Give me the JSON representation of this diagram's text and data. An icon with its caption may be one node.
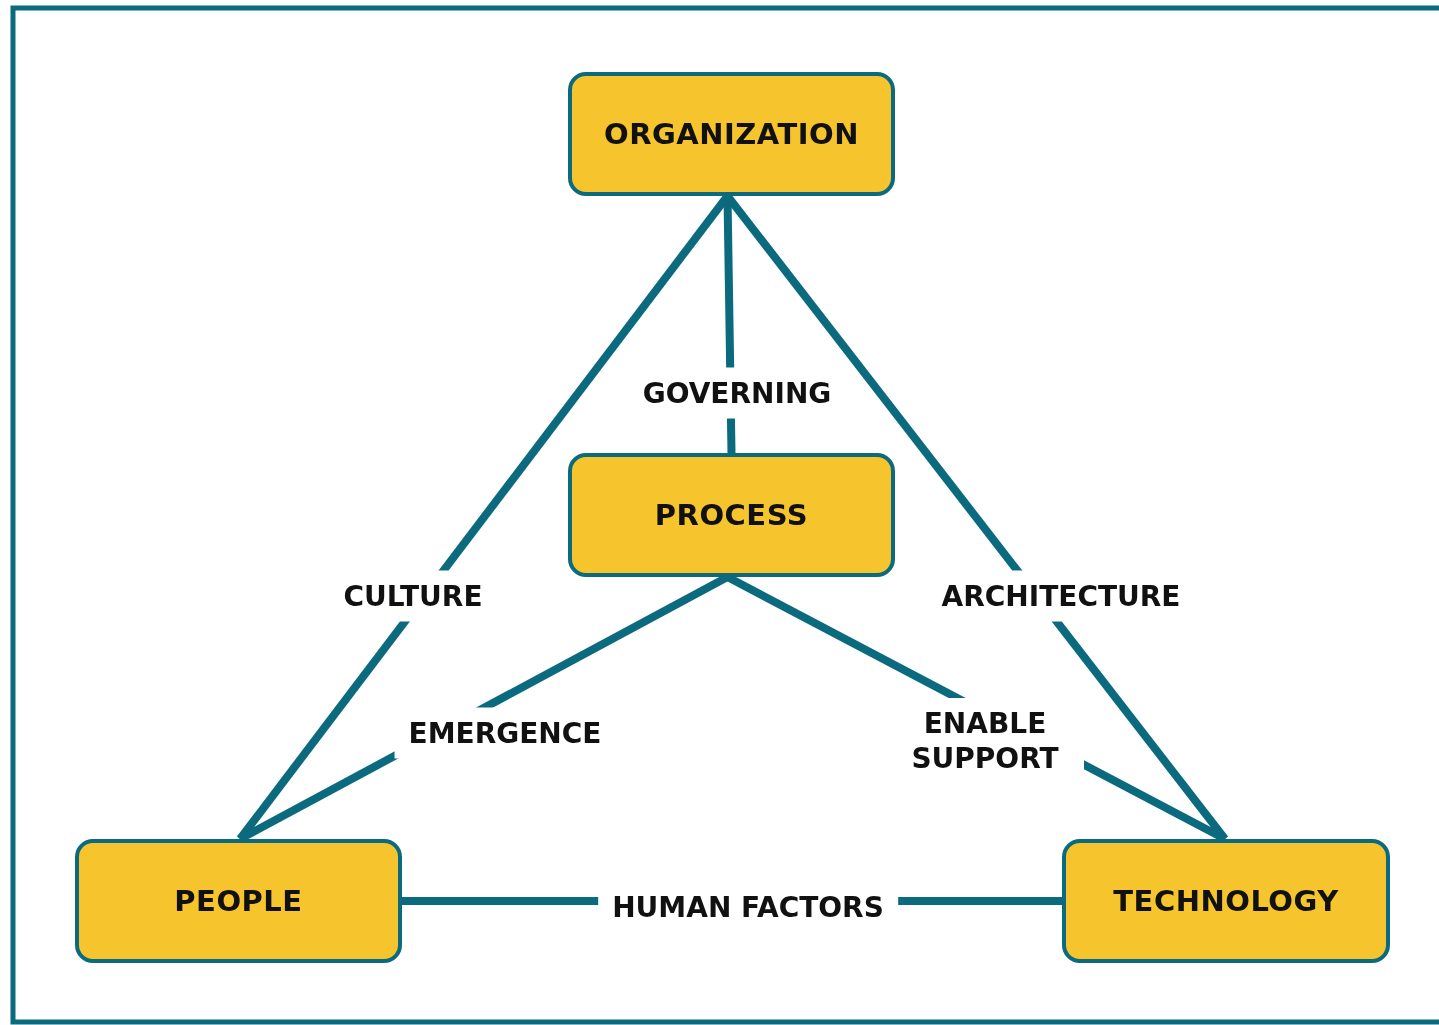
{
  "diagram": {
    "nodes": [
      {
        "text": [
          "ORGANIZATION"
        ]
      },
      {
        "text": [
          "PROCESS"
        ]
      },
      {
        "text": [
          "PEOPLE"
        ]
      },
      {
        "text": [
          "TECHNOLOGY"
        ]
      }
    ],
    "edges": [
      {
        "from": 0,
        "to": 1,
        "arrow": "none",
        "label": "GOVERNING"
      },
      {
        "from": 0,
        "to": 2,
        "arrow": "none",
        "label": "CULTURE"
      },
      {
        "from": 0,
        "to": 3,
        "arrow": "none",
        "label": "ARCHITECTURE"
      },
      {
        "from": 1,
        "to": 2,
        "arrow": "none",
        "label": "EMERGENCE"
      },
      {
        "from": 1,
        "to": 3,
        "arrow": "none",
        "label": "ENABLE SUPPORT"
      },
      {
        "from": 2,
        "to": 3,
        "arrow": "none",
        "label": "HUMAN FACTORS"
      }
    ]
  }
}
